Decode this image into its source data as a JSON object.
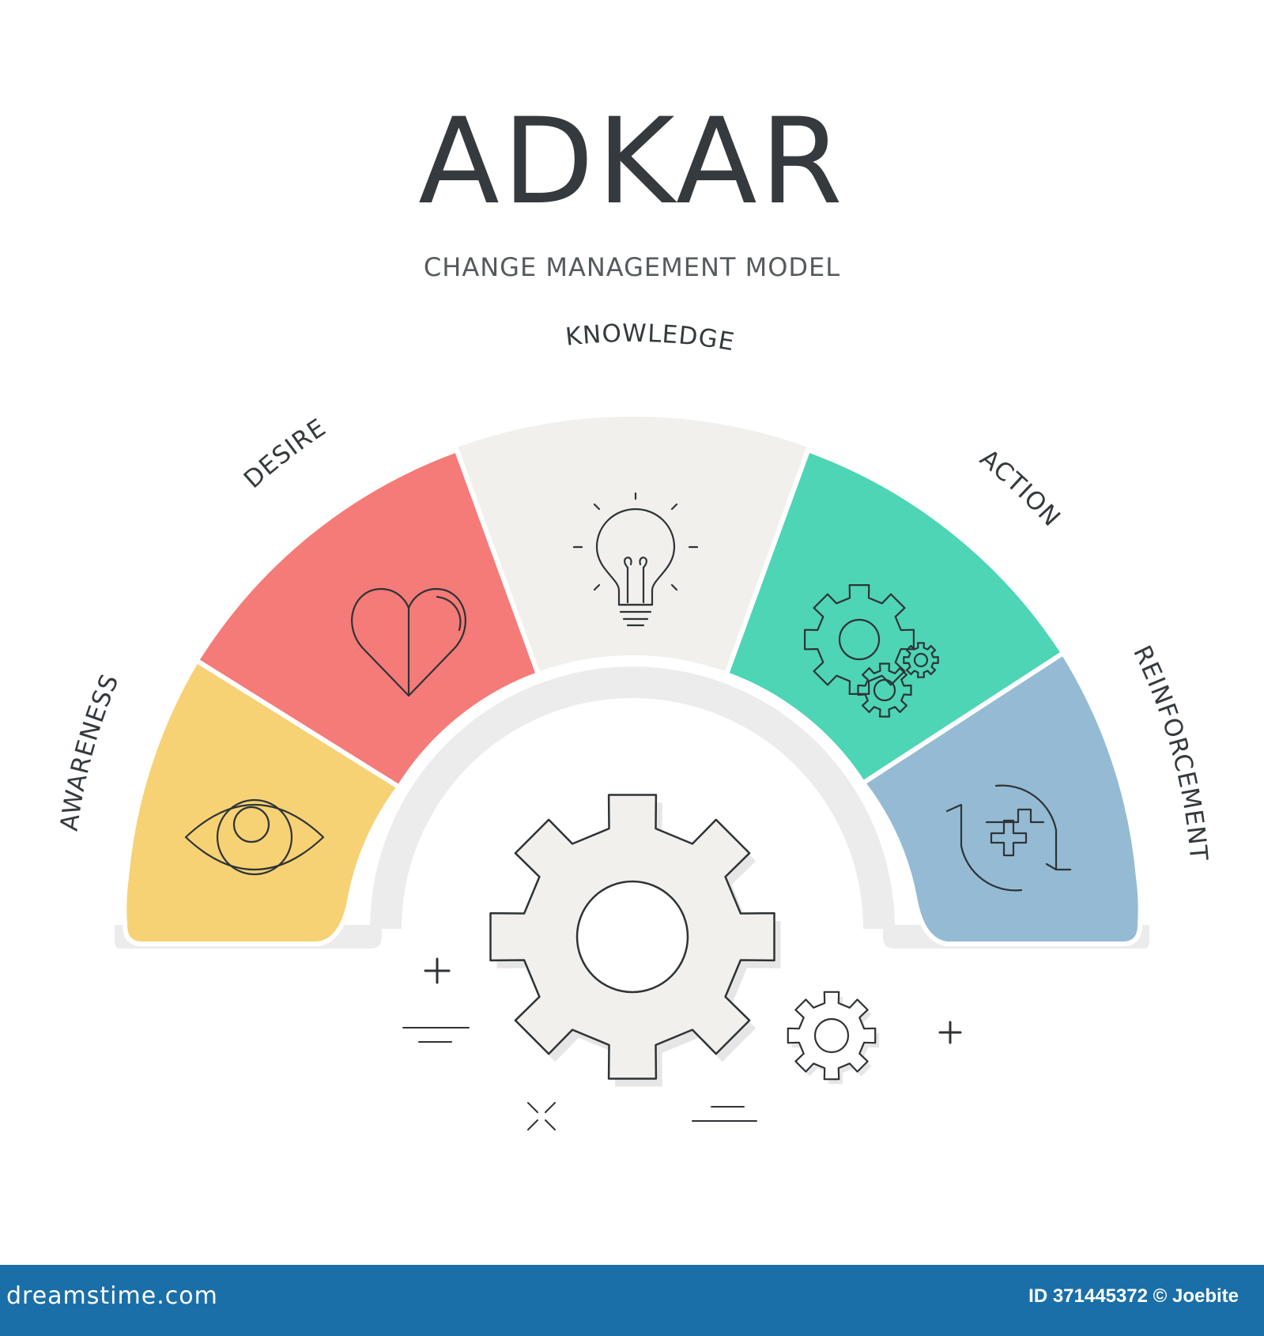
{
  "header": {
    "title": "ADKAR",
    "subtitle": "CHANGE MANAGEMENT MODEL"
  },
  "stages": [
    {
      "label": "AWARENESS",
      "color": "#f6d275",
      "icon": "eye-icon"
    },
    {
      "label": "DESIRE",
      "color": "#f57b78",
      "icon": "heart-icon"
    },
    {
      "label": "KNOWLEDGE",
      "color": "#f1f0ec",
      "icon": "lightbulb-icon"
    },
    {
      "label": "ACTION",
      "color": "#4dd5b5",
      "icon": "gears-icon"
    },
    {
      "label": "REINFORCEMENT",
      "color": "#94bbd3",
      "icon": "refresh-plus-icon"
    }
  ],
  "center": {
    "icon": "gear-icon"
  },
  "footer": {
    "brand": "dreamstime.com",
    "credit": "ID 371445372 © Joebite"
  }
}
